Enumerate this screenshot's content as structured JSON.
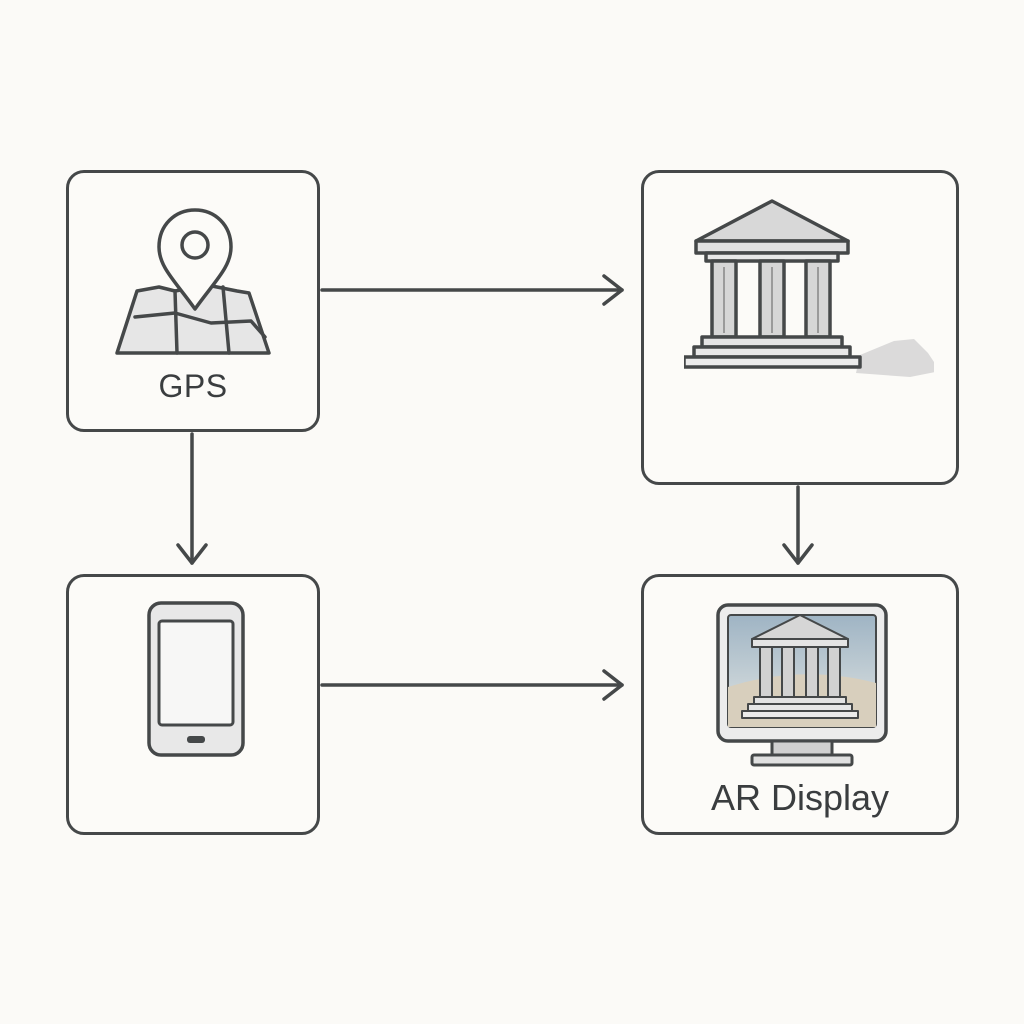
{
  "diagram": {
    "nodes": [
      {
        "id": "gps",
        "label": "GPS",
        "icon": "map-pin-icon"
      },
      {
        "id": "landmark",
        "label": "",
        "icon": "classical-building-icon"
      },
      {
        "id": "phone",
        "label": "",
        "icon": "smartphone-icon"
      },
      {
        "id": "ar",
        "label": "AR Display",
        "icon": "monitor-with-building-icon"
      }
    ],
    "edges": [
      {
        "from": "gps",
        "to": "landmark"
      },
      {
        "from": "gps",
        "to": "phone"
      },
      {
        "from": "landmark",
        "to": "ar"
      },
      {
        "from": "phone",
        "to": "ar"
      }
    ]
  },
  "colors": {
    "background": "#fbfaf7",
    "stroke": "#454849",
    "icon_fill_light": "#e4e4e4",
    "sky": "#b9c9d6",
    "ground": "#d8cfbd"
  }
}
